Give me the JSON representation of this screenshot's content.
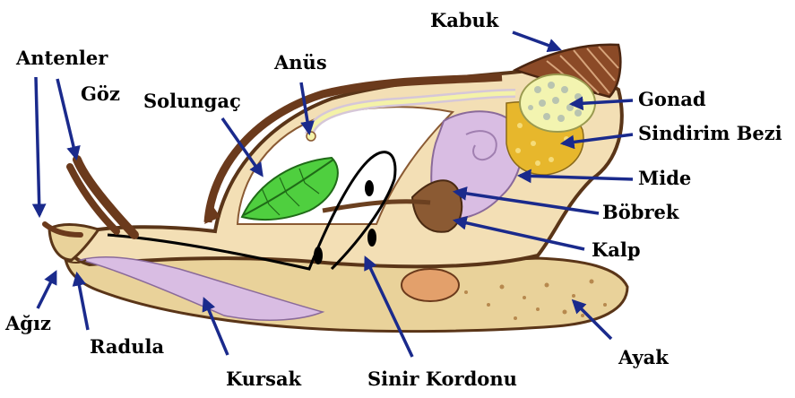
{
  "labels": {
    "kabuk": "Kabuk",
    "antenler": "Antenler",
    "goz": "Göz",
    "anus": "Anüs",
    "solungac": "Solungaç",
    "gonad": "Gonad",
    "sindirim_bezi": "Sindirim Bezi",
    "mide": "Mide",
    "bobrek": "Böbrek",
    "kalp": "Kalp",
    "agiz": "Ağız",
    "radula": "Radula",
    "kursak": "Kursak",
    "sinir_kordonu": "Sinir Kordonu",
    "ayak": "Ayak"
  },
  "colors": {
    "arrow": "#1a2a8c",
    "body_outline": "#5a3518",
    "body_fill": "#f3dfb5",
    "foot_fill": "#e9d29a",
    "gill": "#4fcf3f",
    "crop": "#d9bde3",
    "gonad": "#f3f4b0",
    "digestive_gland": "#e7b72c",
    "shell": "#8b4a27"
  }
}
